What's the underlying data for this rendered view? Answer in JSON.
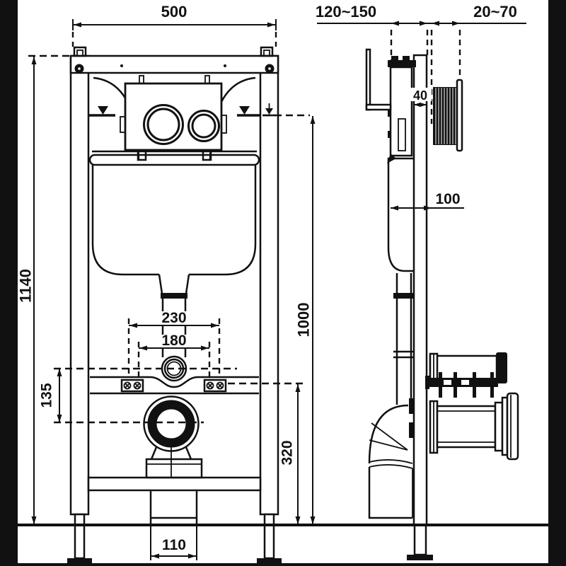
{
  "dims": {
    "frame_width": "500",
    "frame_height": "1140",
    "wall_distance_range": "120~150",
    "plate_depth_range": "20~70",
    "profile_depth": "40",
    "tank_depth": "100",
    "actuation_height": "1000",
    "waste_height": "320",
    "inlet_offset": "135",
    "outlet_span_outer": "230",
    "outlet_span_inner": "180",
    "drain_width": "110"
  }
}
